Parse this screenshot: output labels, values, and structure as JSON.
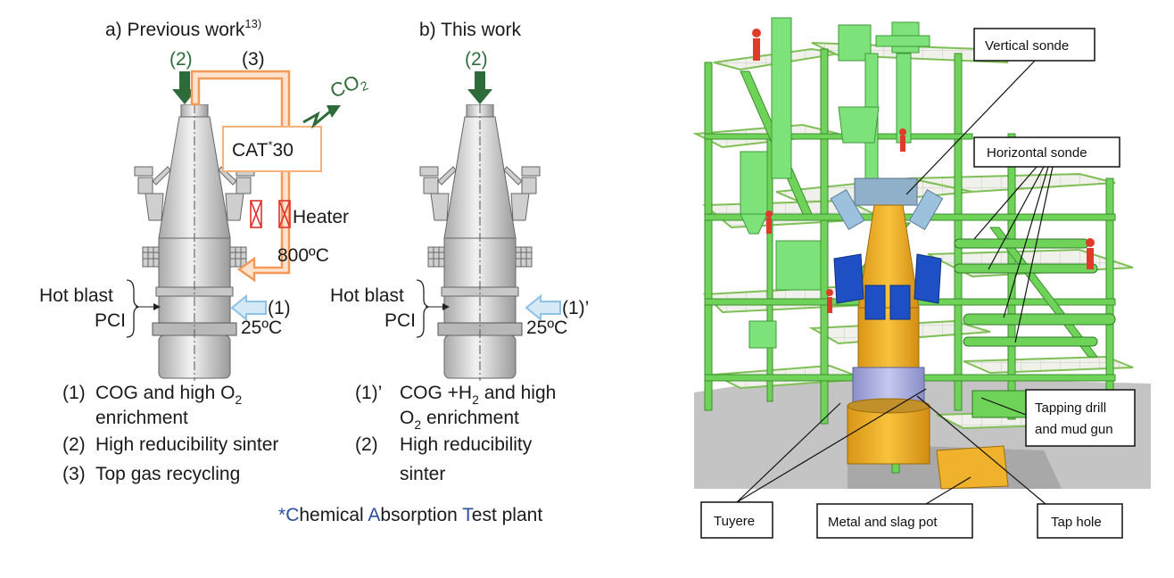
{
  "left_diagram": {
    "panel_a": {
      "title": "a) Previous work",
      "title_ref": "13)",
      "input_2": "(2)",
      "input_3": "(3)",
      "co2": "CO",
      "co2_sub": "2",
      "cat_box": "CAT",
      "cat_star": "*",
      "cat_num": "30",
      "heater": "Heater",
      "heater_temp": "800ºC",
      "hot_blast": "Hot blast",
      "pci": "PCI",
      "input_1": "(1)",
      "temp_1": "25ºC",
      "notes": [
        {
          "num": "(1)",
          "line1": "COG and high O",
          "sub": "2",
          "line2": "enrichment"
        },
        {
          "num": "(2)",
          "line1": "High reducibility sinter"
        },
        {
          "num": "(3)",
          "line1": "Top gas recycling"
        }
      ]
    },
    "panel_b": {
      "title": "b) This work",
      "input_2": "(2)",
      "hot_blast": "Hot blast",
      "pci": "PCI",
      "input_1": "(1)’",
      "temp_1": "25ºC",
      "notes": [
        {
          "num": "(1)’",
          "line1a": "COG +H",
          "sub1": "2",
          "line1b": " and high",
          "line2a": "O",
          "sub2": "2",
          "line2b": " enrichment"
        },
        {
          "num": "(2)",
          "line1": "High reducibility",
          "line2": "sinter"
        }
      ]
    },
    "footnote": {
      "star": "*",
      "parts": [
        "C",
        "hemical ",
        "A",
        "bsorption ",
        "T",
        "est plant"
      ]
    }
  },
  "right_diagram": {
    "callouts": {
      "vertical_sonde": "Vertical sonde",
      "horizontal_sonde": "Horizontal sonde",
      "tapping_drill_1": "Tapping drill",
      "tapping_drill_2": "and mud gun",
      "tuyere": "Tuyere",
      "metal_slag_pot": "Metal and slag pot",
      "tap_hole": "Tap hole"
    }
  },
  "colors": {
    "arrow_green": "#2e6b3a",
    "recycle_orange": "#f39a5a",
    "recycle_fill": "#fde3cc",
    "blast_blue": "#8ec1e6",
    "heater_red": "#e0312a",
    "furnace_gray": "#d6d6d6",
    "footnote_blue": "#2a4f9c",
    "plant_green": "#5fd35f",
    "plant_yellow": "#f5b92a",
    "plant_blue": "#1e4fc4"
  }
}
